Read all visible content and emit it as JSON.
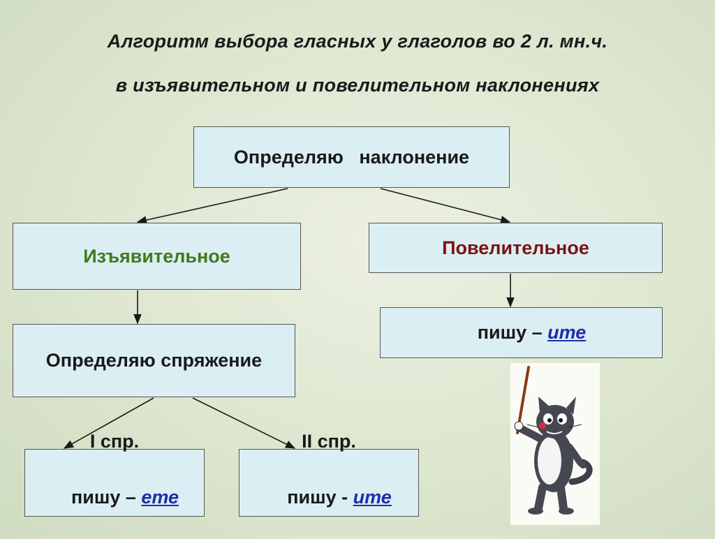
{
  "title": {
    "line1": "Алгоритм выбора гласных у глаголов во 2 л. мн.ч.",
    "line2": "в изъявительном и повелительном наклонениях"
  },
  "root": {
    "label": "Определяю   наклонение"
  },
  "indicative": {
    "label": "Изъявительное",
    "color": "#3f7a1e"
  },
  "imperative": {
    "label": "Повелительное",
    "color": "#7a1414",
    "example_prefix": "пишу – ",
    "example_ending": "ите"
  },
  "conjugation": {
    "label": "Определяю спряжение"
  },
  "conj1": {
    "label": "I спр.",
    "example_prefix": "пишу – ",
    "example_ending": "ете"
  },
  "conj2": {
    "label": "II спр.",
    "example_prefix": "пишу - ",
    "example_ending": "ите"
  },
  "colors": {
    "box_fill": "#dbeef3",
    "ending": "#1e2ea8",
    "text": "#1a1a1a"
  },
  "illustration": {
    "icon": "cat-with-pointer-icon"
  }
}
